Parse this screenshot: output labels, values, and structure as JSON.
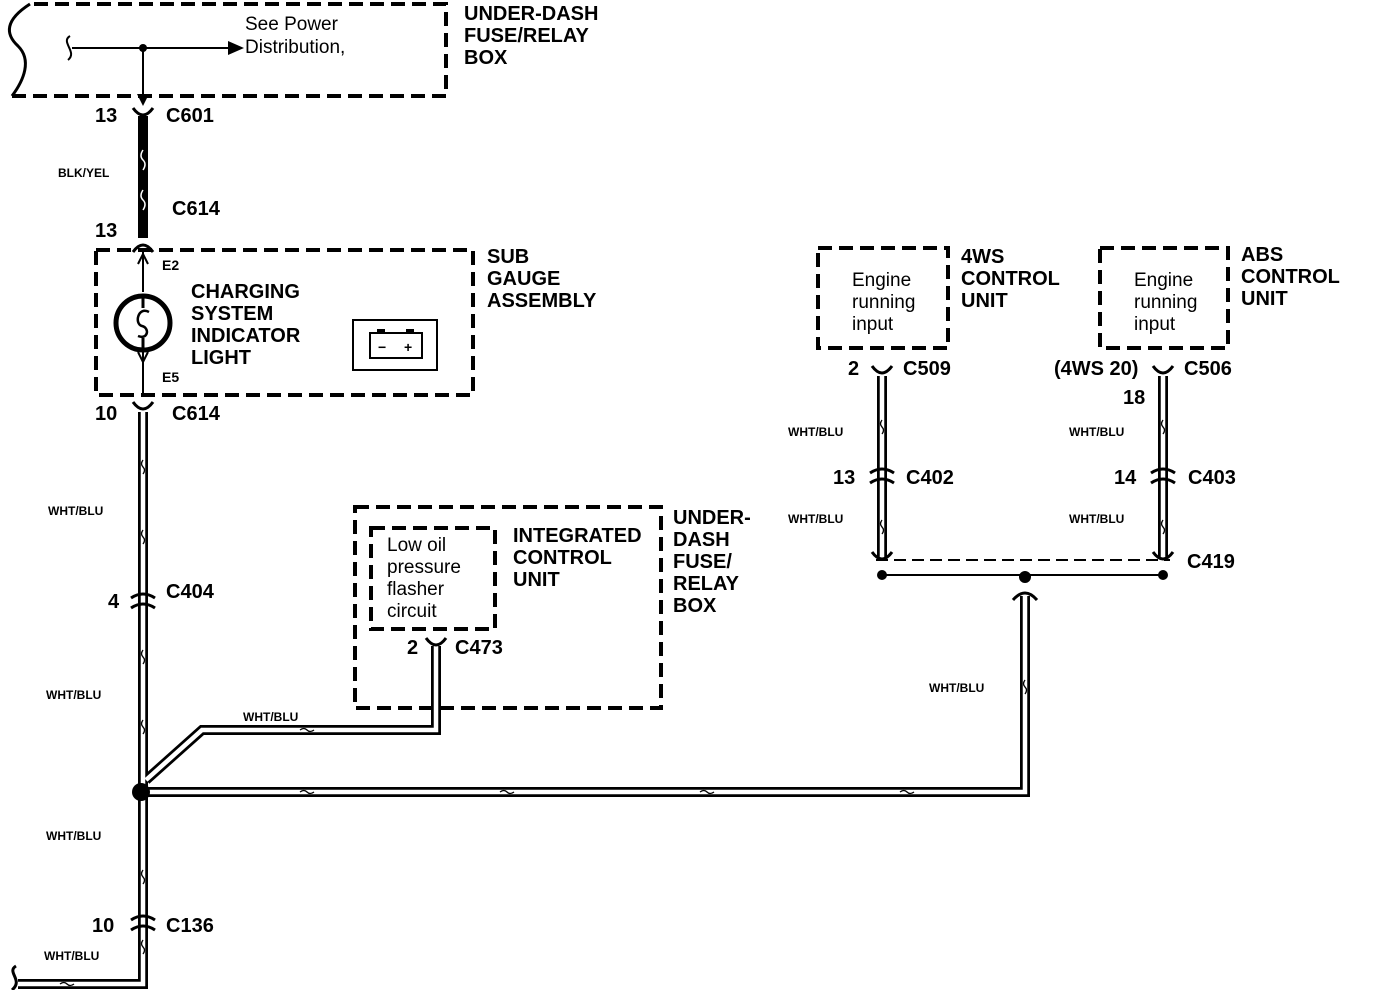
{
  "top_box": {
    "name_lines": [
      "UNDER-DASH",
      "FUSE/RELAY",
      "BOX"
    ],
    "note_lines": [
      "See Power",
      "Distribution,"
    ]
  },
  "connectors": {
    "c601": {
      "pin": "13",
      "id": "C601"
    },
    "c614_top": {
      "pin": "13",
      "id": "C614"
    },
    "c614_bottom": {
      "pin": "10",
      "id": "C614"
    },
    "c404": {
      "pin": "4",
      "id": "C404"
    },
    "c136": {
      "pin": "10",
      "id": "C136"
    },
    "c473": {
      "pin": "2",
      "id": "C473"
    },
    "c509": {
      "pin": "2",
      "id": "C509"
    },
    "c402": {
      "pin": "13",
      "id": "C402"
    },
    "c506": {
      "pin": "(4WS 20)",
      "pin2": "18",
      "id": "C506"
    },
    "c403": {
      "pin": "14",
      "id": "C403"
    },
    "c419": {
      "id": "C419"
    }
  },
  "wires": {
    "blk_yel": "BLK/YEL",
    "wht_blu": "WHT/BLU"
  },
  "sub_gauge": {
    "name_lines": [
      "SUB",
      "GAUGE",
      "ASSEMBLY"
    ],
    "light_lines": [
      "CHARGING",
      "SYSTEM",
      "INDICATOR",
      "LIGHT"
    ],
    "terminal_top": "E2",
    "terminal_bottom": "E5",
    "battery_minus": "−",
    "battery_plus": "+"
  },
  "icu": {
    "name_lines": [
      "INTEGRATED",
      "CONTROL",
      "UNIT"
    ],
    "inner_lines": [
      "Low oil",
      "pressure",
      "flasher",
      "circuit"
    ],
    "outer_lines": [
      "UNDER-",
      "DASH",
      "FUSE/",
      "RELAY",
      "BOX"
    ]
  },
  "ws4": {
    "name_lines": [
      "4WS",
      "CONTROL",
      "UNIT"
    ],
    "inner_lines": [
      "Engine",
      "running",
      "input"
    ]
  },
  "abs": {
    "name_lines": [
      "ABS",
      "CONTROL",
      "UNIT"
    ],
    "inner_lines": [
      "Engine",
      "running",
      "input"
    ]
  },
  "colors": {
    "ink": "#000000",
    "background": "#ffffff"
  }
}
